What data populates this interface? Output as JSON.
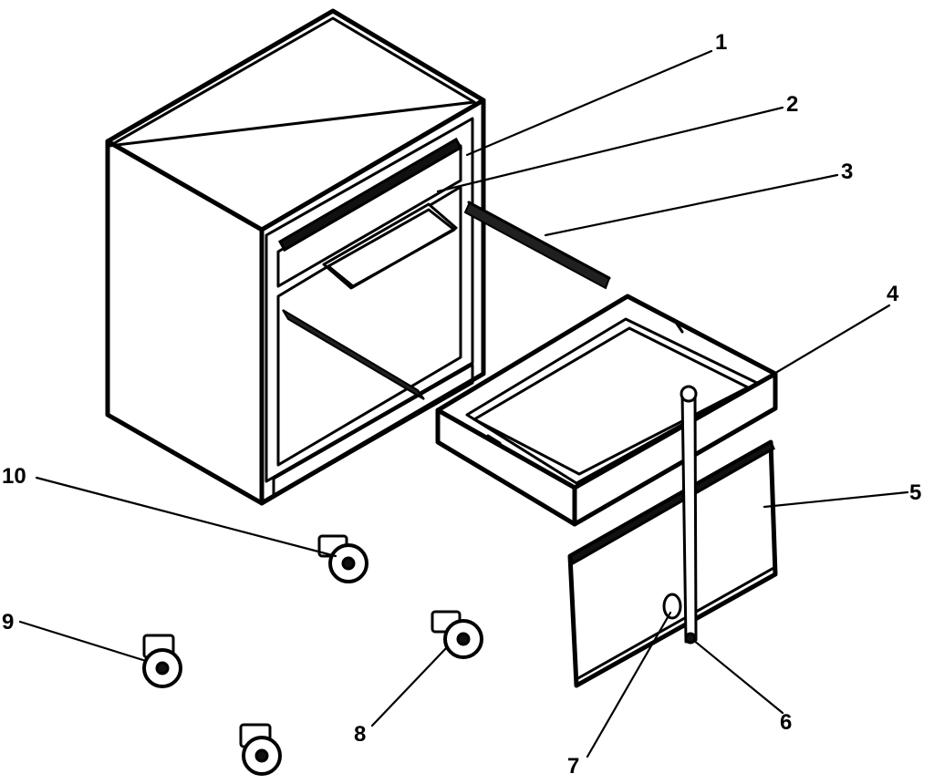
{
  "diagram": {
    "callouts": [
      {
        "label": "1"
      },
      {
        "label": "2"
      },
      {
        "label": "3"
      },
      {
        "label": "4"
      },
      {
        "label": "5"
      },
      {
        "label": "6"
      },
      {
        "label": "7"
      },
      {
        "label": "8"
      },
      {
        "label": "9"
      },
      {
        "label": "10"
      }
    ],
    "colors": {
      "line": "#000000",
      "background": "#ffffff"
    }
  }
}
